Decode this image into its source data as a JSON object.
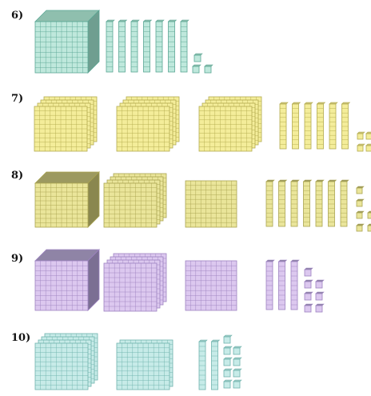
{
  "colors": {
    "teal": {
      "face": "#bfe8dc",
      "line": "#5aa694",
      "top": "#8fbfae",
      "side": "#6f9e90"
    },
    "yellow": {
      "face": "#f4ed9a",
      "line": "#b3ab4e",
      "top": "#c9c27a",
      "side": "#a9a15e"
    },
    "olive": {
      "face": "#eae59a",
      "line": "#aaa450",
      "top": "#9c9960",
      "side": "#8a874f"
    },
    "purple": {
      "face": "#dcc8ef",
      "line": "#9d82c1",
      "top": "#8f84a6",
      "side": "#7b6f93"
    },
    "cyan": {
      "face": "#c7ebe8",
      "line": "#6eb3ad",
      "top": "#9fcac5",
      "side": "#86b3ae"
    }
  },
  "rows": [
    {
      "label": "6)",
      "color": "teal",
      "blocks": 1,
      "flats": 0,
      "rods": 7,
      "units": 3
    },
    {
      "label": "7)",
      "color": "yellow",
      "blocks": 0,
      "flats": 27,
      "rods": 6,
      "units": 4
    },
    {
      "label": "8)",
      "color": "olive",
      "blocks": 1,
      "flats": 14,
      "rods": 7,
      "units": 7
    },
    {
      "label": "9)",
      "color": "purple",
      "blocks": 1,
      "flats": 8,
      "rods": 3,
      "units": 7
    },
    {
      "label": "10)",
      "color": "cyan",
      "blocks": 0,
      "flats": 8,
      "rods": 2,
      "units": 9
    }
  ]
}
